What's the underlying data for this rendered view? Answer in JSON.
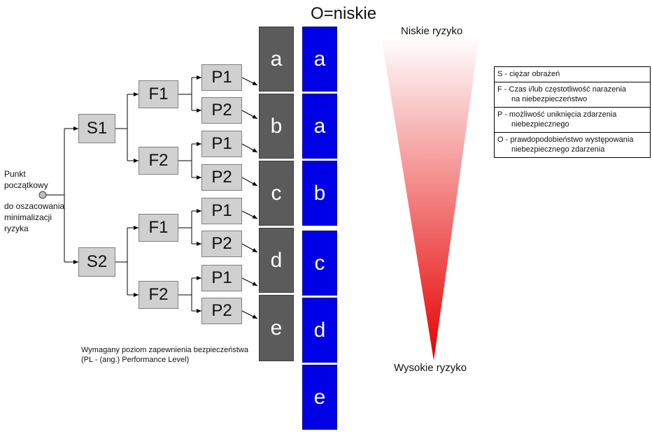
{
  "title": "O=niskie",
  "start": {
    "label_1": "Punkt",
    "label_2": "początkowy",
    "label_3": "do oszacowania",
    "label_4": "minimalizacji",
    "label_5": "ryzyka"
  },
  "nodes": {
    "s1": "S1",
    "s2": "S2",
    "f1_top": "F1",
    "f2_top": "F2",
    "f1_bottom": "F1",
    "f2_bottom": "F2",
    "p1_1": "P1",
    "p2_1": "P2",
    "p1_2": "P1",
    "p2_2": "P2",
    "p1_3": "P1",
    "p2_3": "P2",
    "p1_4": "P1",
    "p2_4": "P2"
  },
  "pl_levels": [
    "a",
    "b",
    "c",
    "d",
    "e"
  ],
  "o_levels": [
    "a",
    "a",
    "b",
    "c",
    "d",
    "e"
  ],
  "pl_caption_1": "Wymagany poziom zapewnienia bezpieczeństwa",
  "pl_caption_2": "(PL - (ang.) Performance Level)",
  "risk": {
    "low": "Niskie ryzyko",
    "high": "Wysokie ryzyko",
    "color_top": "#ffffff",
    "color_bottom": "#e60000"
  },
  "legend": [
    {
      "line1": "S - ciężar obrażeń",
      "line2": ""
    },
    {
      "line1": "F - Czas i/lub częstotliwość narazenia",
      "line2": "na niebezpieczeństwo"
    },
    {
      "line1": "P - możliwość uniknięcia zdarzenia",
      "line2": "niebezpiecznego"
    },
    {
      "line1": "O - prawdopodobieństwo występowania",
      "line2": "niebezpiecznego zdarzenia"
    }
  ]
}
